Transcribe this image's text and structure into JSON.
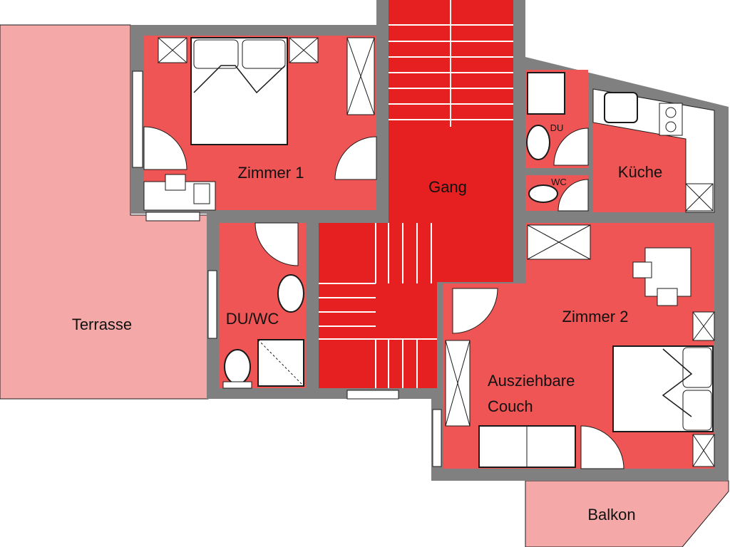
{
  "colors": {
    "wall": "#808080",
    "room": "#f05555",
    "stairs": "#e62020",
    "outdoor": "#f5a8a8",
    "fixture": "#ffffff",
    "line": "#1a1a1a"
  },
  "rooms": {
    "terrasse": "Terrasse",
    "zimmer1": "Zimmer 1",
    "gang": "Gang",
    "duwc": "DU/WC",
    "du": "DU",
    "wc": "WC",
    "kueche": "Küche",
    "zimmer2": "Zimmer 2",
    "couch_line1": "Ausziehbare",
    "couch_line2": "Couch",
    "balkon": "Balkon"
  }
}
